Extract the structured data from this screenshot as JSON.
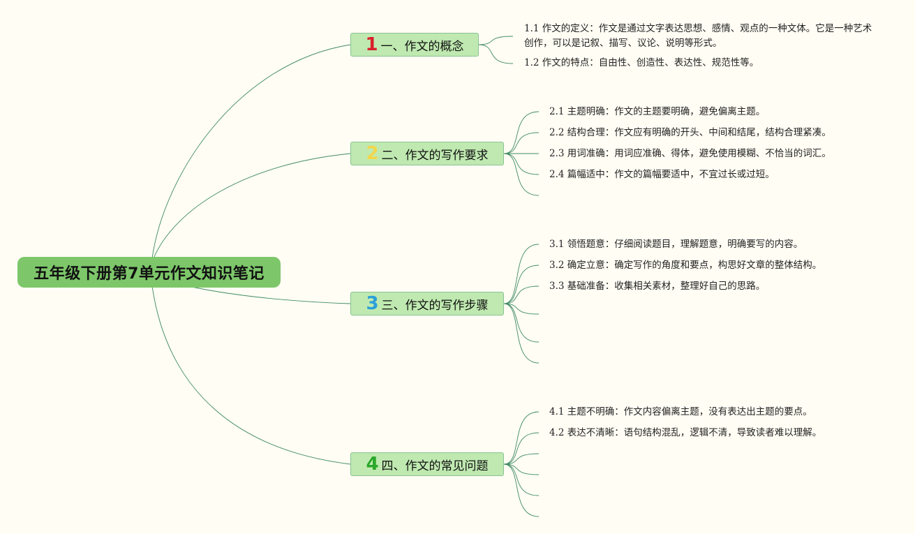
{
  "root": {
    "title": "五年级下册第7单元作文知识笔记"
  },
  "topics": [
    {
      "number": "1",
      "number_color": "#d9202a",
      "title": "一、作文的概念",
      "items": [
        "1.1 作文的定义：作文是通过文字表达思想、感情、观点的一种文体。它是一种艺术创作，可以是记叙、描写、议论、说明等形式。",
        "1.2 作文的特点：自由性、创造性、表达性、规范性等。"
      ]
    },
    {
      "number": "2",
      "number_color": "#f2d64b",
      "title": "二、作文的写作要求",
      "items": [
        "2.1 主题明确：作文的主题要明确，避免偏离主题。",
        "2.2 结构合理：作文应有明确的开头、中间和结尾，结构合理紧凑。",
        "2.3 用词准确：用词应准确、得体，避免使用模糊、不恰当的词汇。",
        "2.4 篇幅适中：作文的篇幅要适中，不宜过长或过短。"
      ]
    },
    {
      "number": "3",
      "number_color": "#2a9fd8",
      "title": "三、作文的写作步骤",
      "items": [
        "3.1 领悟题意：仔细阅读题目，理解题意，明确要写的内容。",
        "3.2 确定立意：确定写作的角度和要点，构思好文章的整体结构。",
        "3.3 基础准备：收集相关素材，整理好自己的思路。"
      ]
    },
    {
      "number": "4",
      "number_color": "#2aa82a",
      "title": "四、作文的常见问题",
      "items": [
        "4.1 主题不明确：作文内容偏离主题，没有表达出主题的要点。",
        "4.2 表达不清晰：语句结构混乱，逻辑不清，导致读者难以理解。"
      ]
    }
  ],
  "colors": {
    "link": "#3f8a63",
    "topic_fill": "#bfe9b0",
    "root_fill": "#7dc76a"
  }
}
